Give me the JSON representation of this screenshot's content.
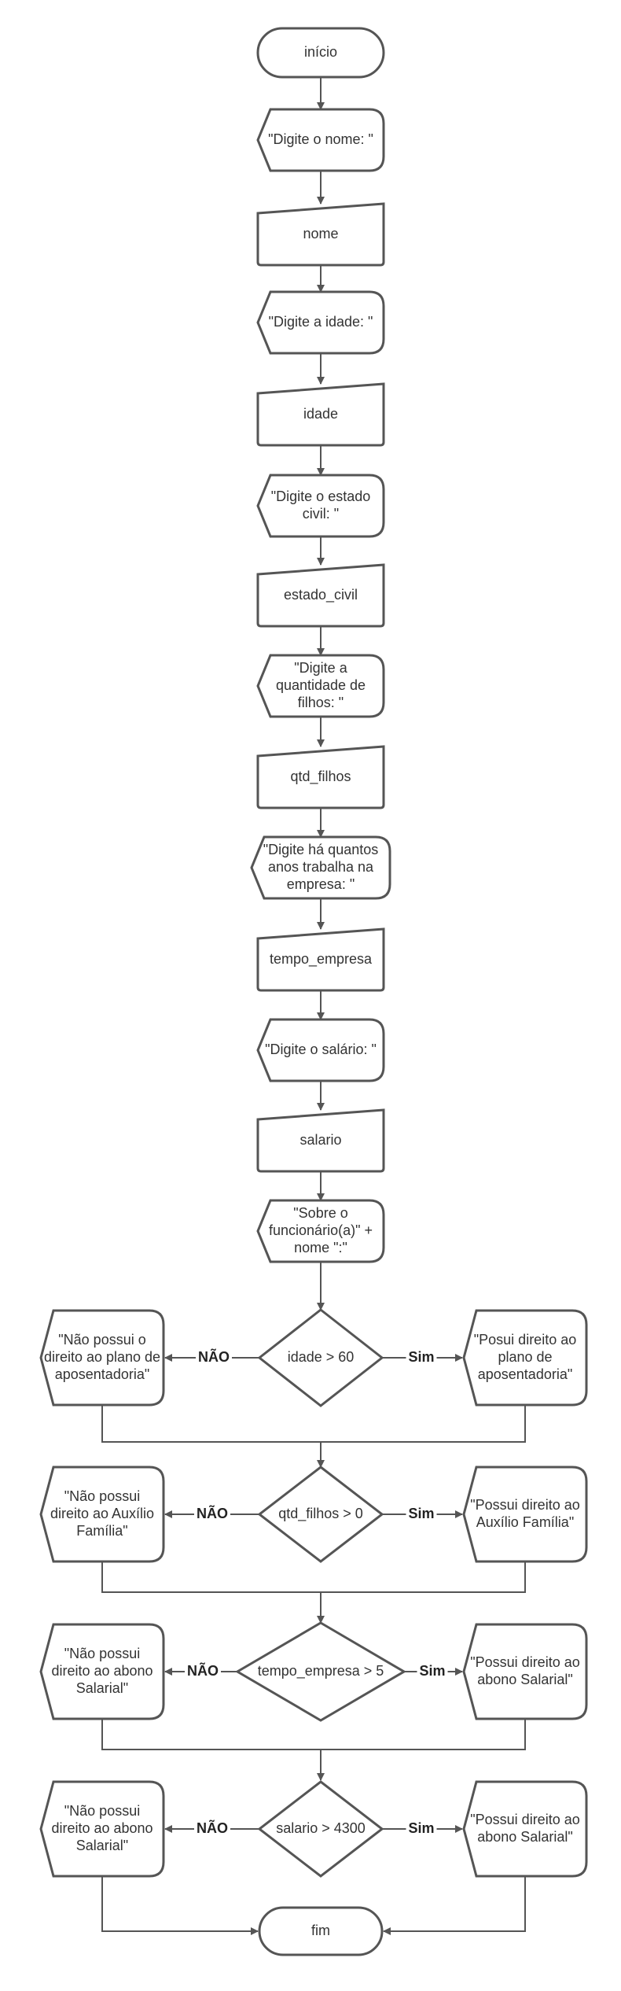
{
  "nodes": {
    "start": [
      "início"
    ],
    "prompt_name": [
      "\"Digite o nome: \""
    ],
    "input_name": [
      "nome"
    ],
    "prompt_age": [
      "\"Digite a idade: \""
    ],
    "input_age": [
      "idade"
    ],
    "prompt_marital": [
      "\"Digite o estado",
      "civil: \""
    ],
    "input_marital": [
      "estado_civil"
    ],
    "prompt_children": [
      "\"Digite a",
      "quantidade de",
      "filhos: \""
    ],
    "input_children": [
      "qtd_filhos"
    ],
    "prompt_years": [
      "\"Digite há quantos",
      "anos trabalha na",
      "empresa: \""
    ],
    "input_years": [
      "tempo_empresa"
    ],
    "prompt_salary": [
      "\"Digite o salário: \""
    ],
    "input_salary": [
      "salario"
    ],
    "about_employee": [
      "\"Sobre o",
      "funcionário(a)\" +",
      "nome \":\""
    ],
    "decision_age": [
      "idade > 60"
    ],
    "no_pension": [
      "\"Não possui o",
      "direito ao plano de",
      "aposentadoria\""
    ],
    "yes_pension": [
      "\"Posui direito ao",
      "plano de",
      "aposentadoria\""
    ],
    "decision_children": [
      "qtd_filhos > 0"
    ],
    "no_family_aid": [
      "\"Não possui",
      "direito ao Auxílio",
      "Família\""
    ],
    "yes_family_aid": [
      "\"Possui direito ao",
      "Auxílio Família\""
    ],
    "decision_years": [
      "tempo_empresa > 5"
    ],
    "no_bonus_1": [
      "\"Não possui",
      "direito ao abono",
      "Salarial\""
    ],
    "yes_bonus_1": [
      "\"Possui direito ao",
      "abono Salarial\""
    ],
    "decision_salary": [
      "salario > 4300"
    ],
    "no_bonus_2": [
      "\"Não possui",
      "direito ao abono",
      "Salarial\""
    ],
    "yes_bonus_2": [
      "\"Possui direito ao",
      "abono Salarial\""
    ],
    "end": [
      "fim"
    ]
  },
  "edge_labels": {
    "age_no": "NÃO",
    "age_yes": "Sim",
    "children_no": "NÃO",
    "children_yes": "Sim",
    "years_no": "NÃO",
    "years_yes": "Sim",
    "salary_no": "NÃO",
    "salary_yes": "Sim"
  },
  "colors": {
    "stroke": "#555555",
    "fill": "#ffffff",
    "text": "#333333"
  }
}
